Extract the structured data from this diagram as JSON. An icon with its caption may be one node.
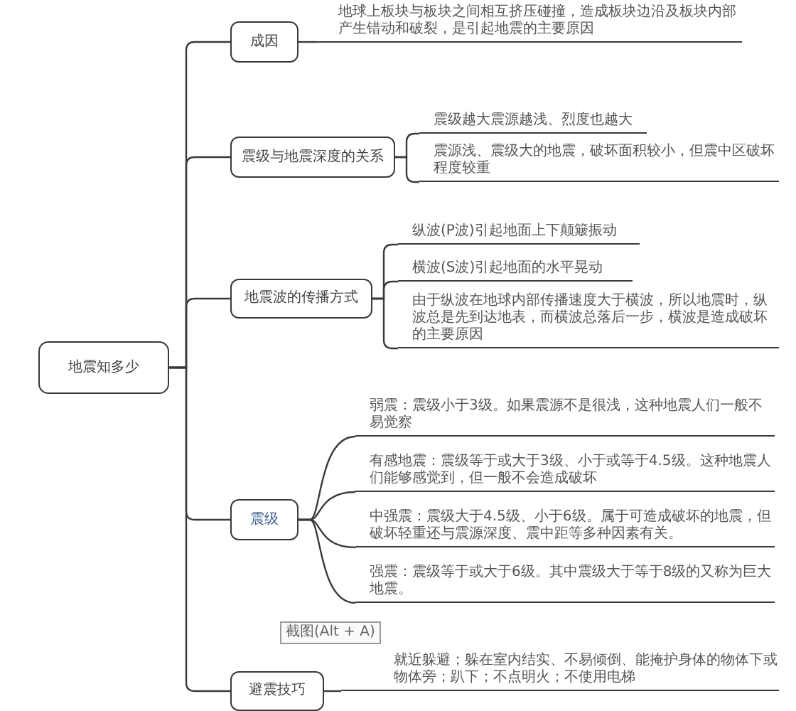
{
  "diagram": {
    "nodes": [
      {
        "text": [
          "地震知多少"
        ]
      },
      {
        "text": [
          "成因"
        ]
      },
      {
        "text": [
          "地球上板块与板块之间相互挤压碰撞，造成板块边沿及板块内部产生错动和破裂，是引起地震的主要原因"
        ]
      },
      {
        "text": [
          "震级与地震深度的关系"
        ]
      },
      {
        "text": [
          "震级越大震源越浅、烈度也越大"
        ]
      },
      {
        "text": [
          "震源浅、震级大的地震，破坏面积较小，但震中区破坏程度较重"
        ]
      },
      {
        "text": [
          "地震波的传播方式"
        ]
      },
      {
        "text": [
          "纵波(P波)引起地面上下颠簸振动"
        ]
      },
      {
        "text": [
          "横波(S波)引起地面的水平晃动"
        ]
      },
      {
        "text": [
          "由于纵波在地球内部传播速度大于横波，所以地震时，纵波总是先到达地表，而横波总落后一步，横波是造成破坏的主要原因"
        ]
      },
      {
        "text": [
          "震级"
        ]
      },
      {
        "text": [
          "弱震：震级小于3级。如果震源不是很浅，这种地震人们一般不易觉察"
        ]
      },
      {
        "text": [
          "有感地震：震级等于或大于3级、小于或等于4.5级。这种地震人们能够感觉到，但一般不会造成破坏"
        ]
      },
      {
        "text": [
          "中强震：震级大于4.5级、小于6级。属于可造成破坏的地震，但破坏轻重还与震源深度、震中距等多种因素有关。"
        ]
      },
      {
        "text": [
          "强震：震级等于或大于6级。其中震级大于等于8级的又称为巨大地震。"
        ]
      },
      {
        "text": [
          "截图(Alt + A)"
        ]
      },
      {
        "text": [
          "避震技巧"
        ]
      },
      {
        "text": [
          "就近躲避；躲在室内结实、不易倾倒、能掩护身体的物体下或物体旁；趴下；不点明火；不使用电梯"
        ]
      }
    ],
    "edges": [
      {
        "from": 0,
        "to": 1,
        "arrow": "none"
      },
      {
        "from": 1,
        "to": 2,
        "arrow": "none"
      },
      {
        "from": 0,
        "to": 3,
        "arrow": "none"
      },
      {
        "from": 3,
        "to": 4,
        "arrow": "none"
      },
      {
        "from": 3,
        "to": 5,
        "arrow": "none"
      },
      {
        "from": 0,
        "to": 6,
        "arrow": "none"
      },
      {
        "from": 6,
        "to": 7,
        "arrow": "none"
      },
      {
        "from": 6,
        "to": 8,
        "arrow": "none"
      },
      {
        "from": 6,
        "to": 9,
        "arrow": "none"
      },
      {
        "from": 0,
        "to": 10,
        "arrow": "none"
      },
      {
        "from": 10,
        "to": 11,
        "arrow": "none"
      },
      {
        "from": 10,
        "to": 12,
        "arrow": "none"
      },
      {
        "from": 10,
        "to": 13,
        "arrow": "none"
      },
      {
        "from": 10,
        "to": 14,
        "arrow": "none"
      },
      {
        "from": 0,
        "to": 16,
        "arrow": "none"
      },
      {
        "from": 16,
        "to": 17,
        "arrow": "none"
      }
    ]
  }
}
